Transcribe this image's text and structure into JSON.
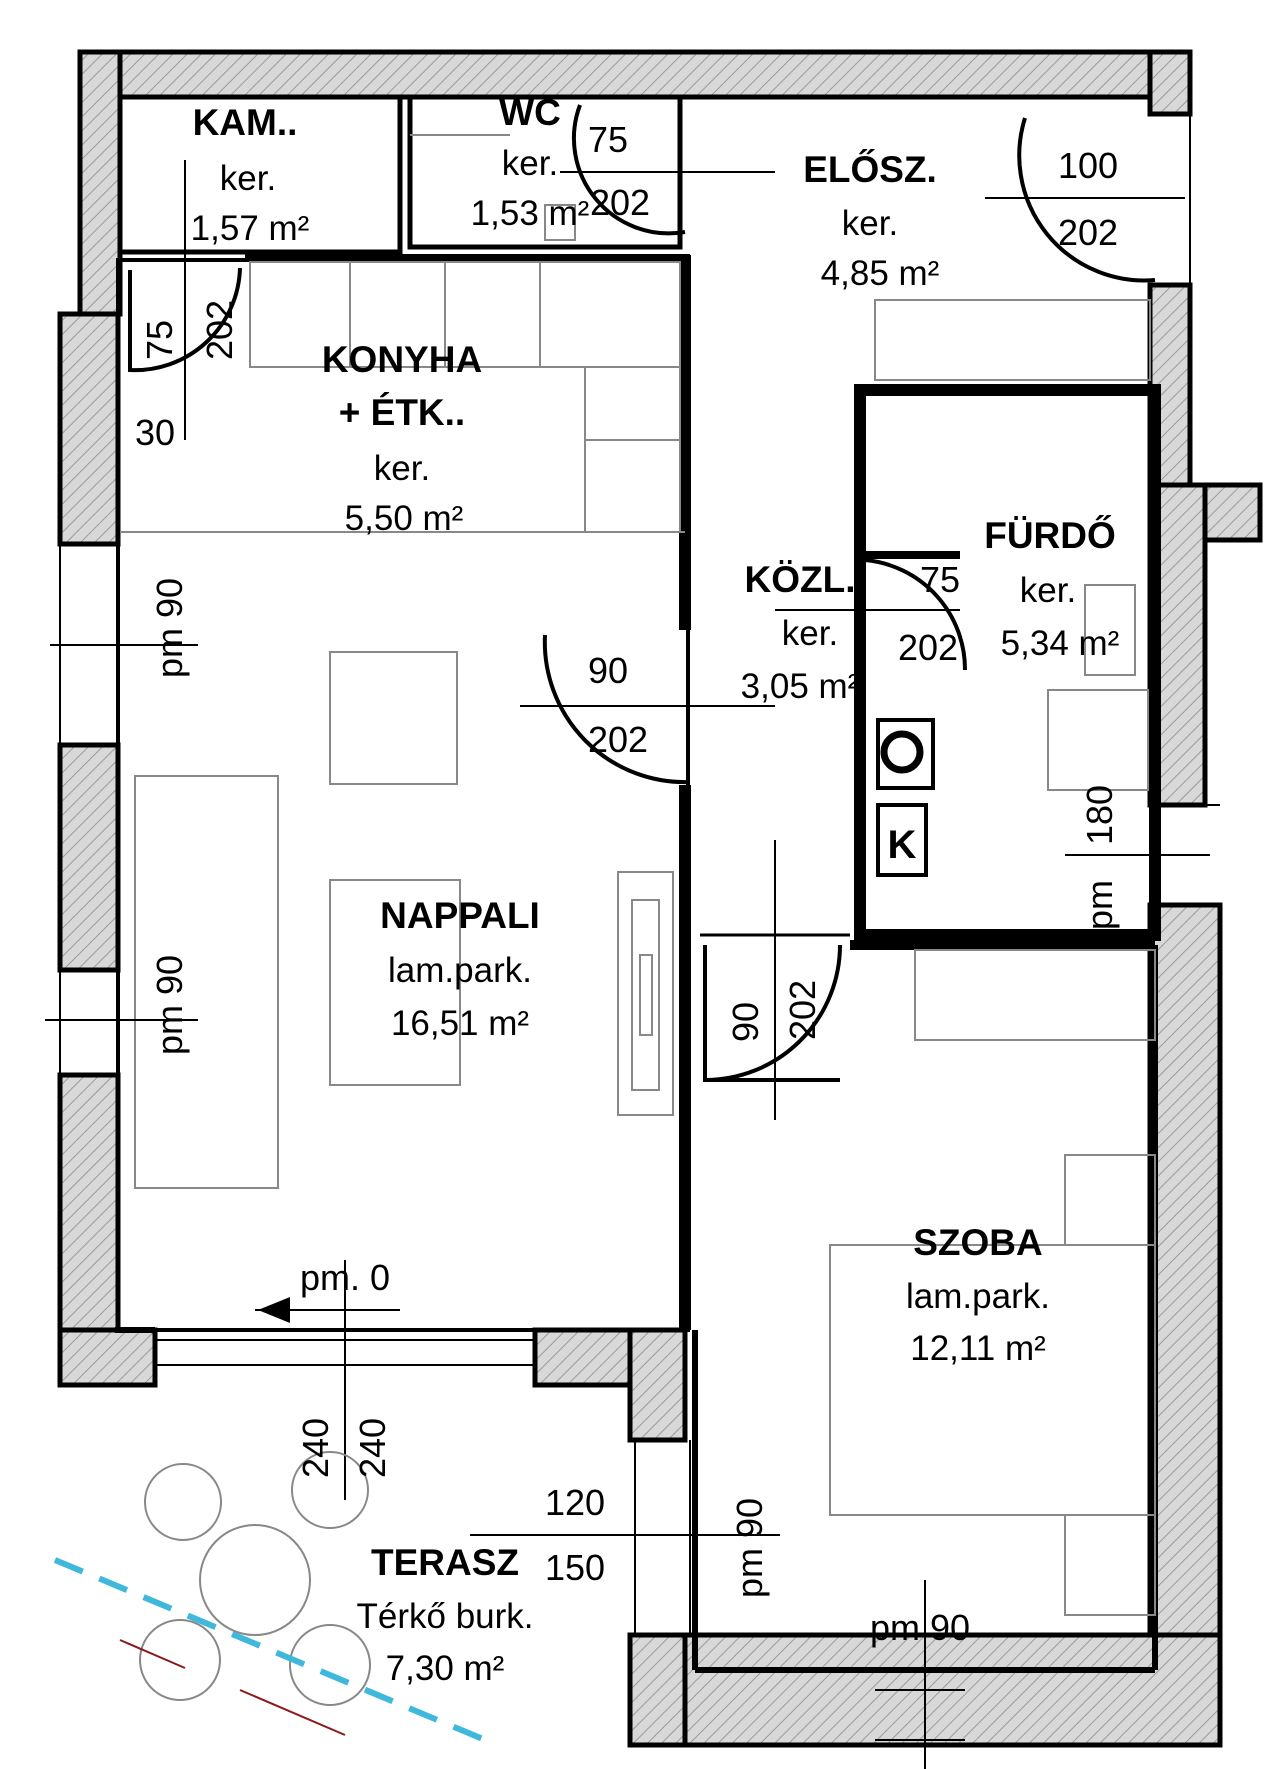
{
  "rooms": {
    "kamra": {
      "name": "KAM..",
      "finish": "ker.",
      "area": "1,57 m²"
    },
    "wc": {
      "name": "WC",
      "finish": "ker.",
      "area": "1,53 m²"
    },
    "eloszoba": {
      "name": "ELŐSZ.",
      "finish": "ker.",
      "area": "4,85 m²"
    },
    "konyha": {
      "name_line1": "KONYHA",
      "name_line2": "+ ÉTK..",
      "finish": "ker.",
      "area": "5,50 m²"
    },
    "kozl": {
      "name": "KÖZL.",
      "finish": "ker.",
      "area": "3,05 m²"
    },
    "furdo": {
      "name": "FÜRDŐ",
      "finish": "ker.",
      "area": "5,34 m²"
    },
    "nappali": {
      "name": "NAPPALI",
      "finish": "lam.park.",
      "area": "16,51 m²"
    },
    "szoba": {
      "name": "SZOBA",
      "finish": "lam.park.",
      "area": "12,11 m²"
    },
    "terasz": {
      "name": "TERASZ",
      "finish": "Térkő burk.",
      "area": "7,30 m²"
    }
  },
  "dimensions": {
    "wc_door_w": "75",
    "wc_door_h": "202",
    "entry_door_w": "100",
    "entry_door_h": "202",
    "kam_door_w": "75",
    "kam_door_h": "202",
    "kitchen_window_w": "30",
    "west_window_top": "pm 90",
    "living_door_w": "90",
    "living_door_h": "202",
    "bath_door_w": "75",
    "bath_door_h": "202",
    "bath_window": "180",
    "bath_window_pm": "pm",
    "west_window_bottom": "pm 90",
    "room_door_w": "90",
    "room_door_h": "202",
    "terrace_door_pm": "pm. 0",
    "terrace_door_w": "240",
    "terrace_door_h": "240",
    "terrace_window_w": "120",
    "terrace_window_h": "150",
    "room_window_east": "pm 90",
    "room_window_south": "pm 90"
  },
  "symbols": {
    "boiler": "K"
  },
  "colors": {
    "wall_hatch": "#9a9a9a",
    "wall_fill": "#d8d8d8",
    "dashed_line": "#3fb8dc",
    "plant_line": "#8b1a1a"
  }
}
